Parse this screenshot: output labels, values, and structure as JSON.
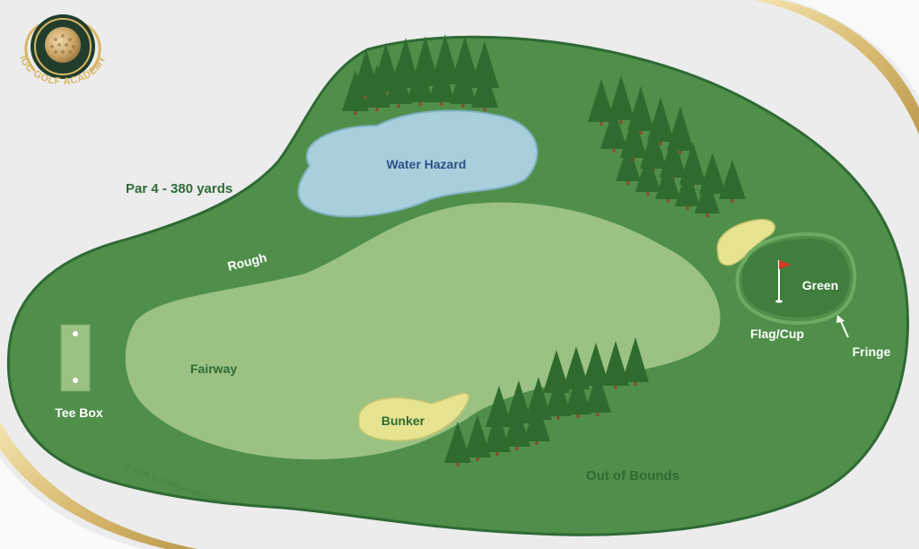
{
  "logo": {
    "text": "IGC GOLF ACADEMY"
  },
  "diagram": {
    "par_text": "Par 4 - 380 yards",
    "labels": {
      "water_hazard": "Water Hazard",
      "rough": "Rough",
      "fairway": "Fairway",
      "tee_box": "Tee Box",
      "bunker": "Bunker",
      "green": "Green",
      "flag_cup": "Flag/Cup",
      "fringe": "Fringe",
      "out_of_bounds": "Out of Bounds"
    },
    "copyright": "© 2005 SportsSpecialist.com"
  },
  "colors": {
    "background": "#ececec",
    "rough": "#4f8f4a",
    "rough_edge": "#2f6a35",
    "fairway": "#9bc283",
    "water": "#a9cfdc",
    "bunker": "#e6e391",
    "green_putting": "#3f7e3c",
    "tree": "#2f6b2f",
    "trunk": "#8b4a2a",
    "label_green": "#2f6b35",
    "label_light": "#ffffff",
    "water_text": "#2c4f86",
    "gold_swoosh": "#d8b765"
  },
  "icons": [
    "logo-golf-ball-icon",
    "pin-flag-icon",
    "tree-icon",
    "fringe-arrow-icon",
    "tee-marker-icon"
  ]
}
